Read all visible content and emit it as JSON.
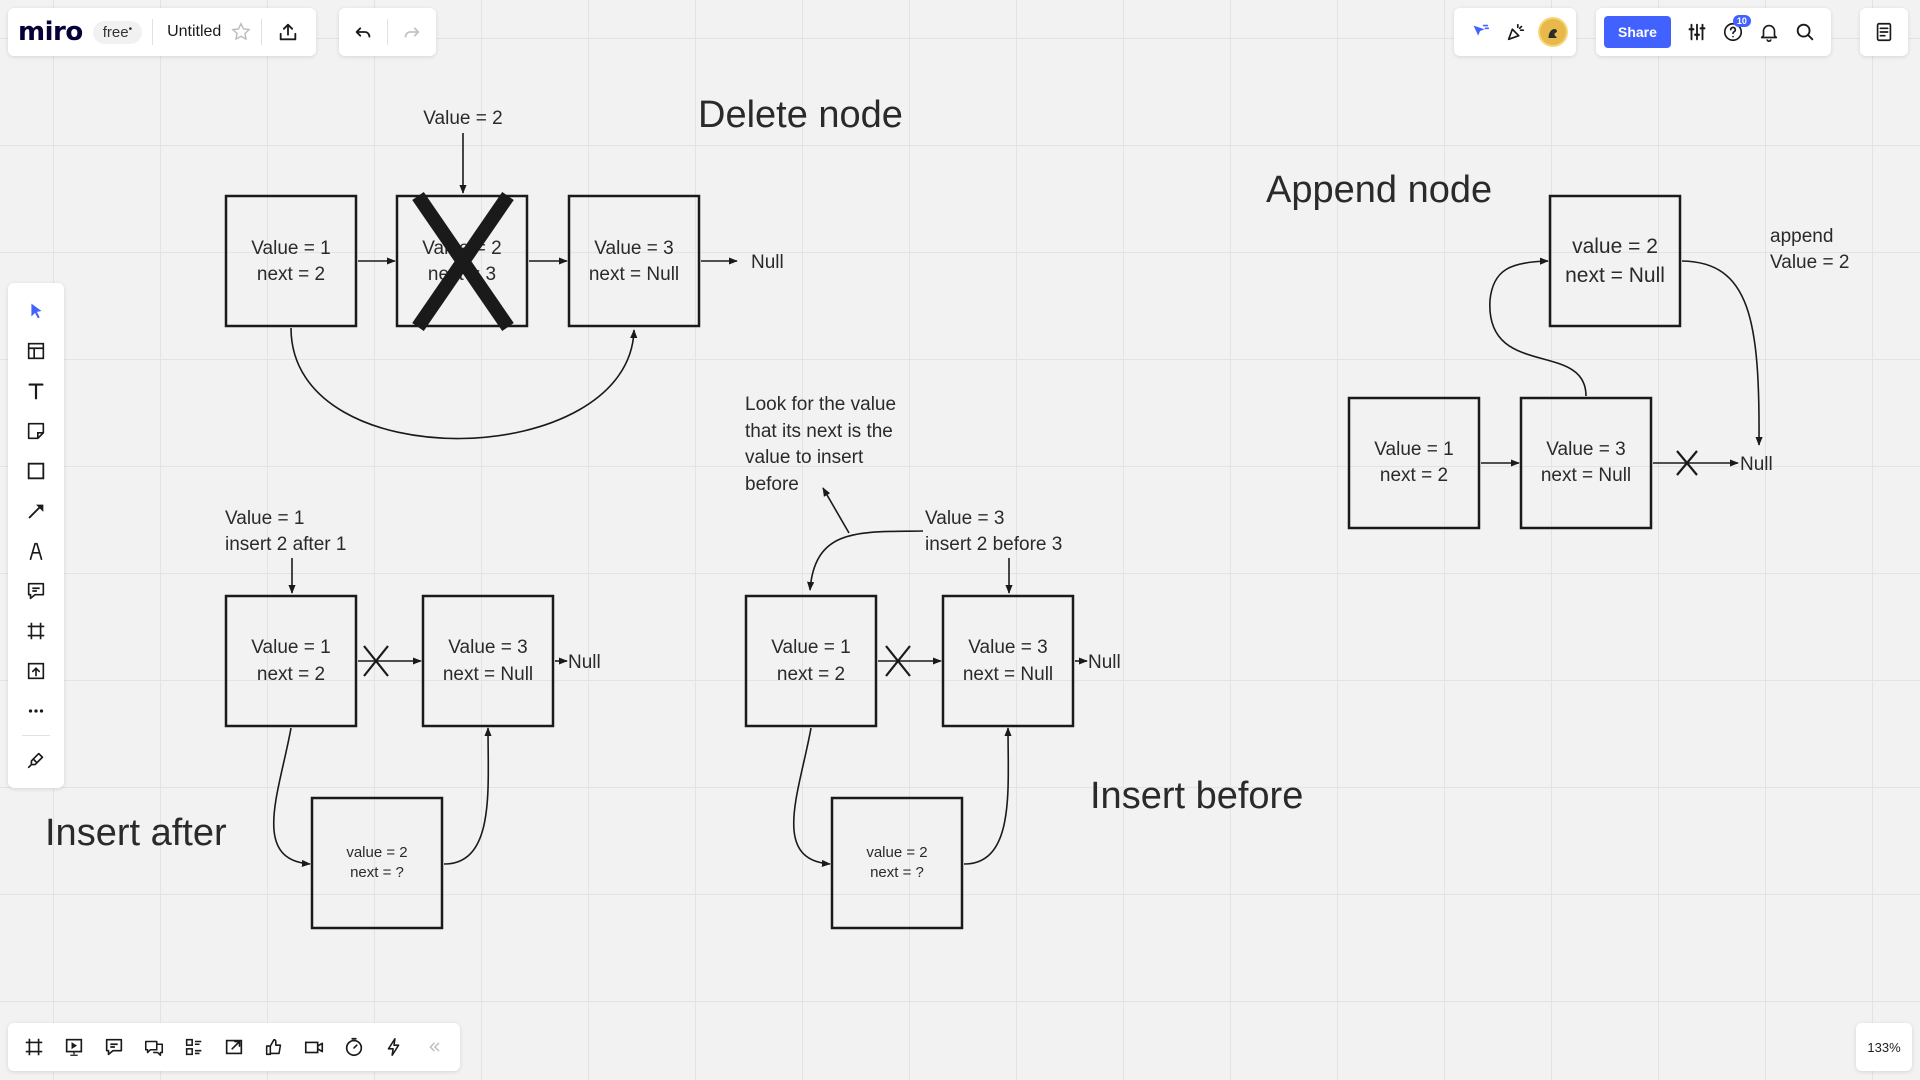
{
  "app": {
    "logo": "miro",
    "plan_badge": "free",
    "board_title": "Untitled",
    "zoom": "133%",
    "share_label": "Share",
    "help_badge": "10"
  },
  "icons": {
    "top_left": [
      "star-icon",
      "export-icon",
      "undo-icon",
      "redo-icon"
    ],
    "top_right": [
      "cursor-follow-icon",
      "reactions-icon",
      "avatar",
      "settings-sliders-icon",
      "help-icon",
      "bell-icon",
      "search-icon",
      "notes-icon"
    ],
    "left_toolbar": [
      "select-icon",
      "templates-icon",
      "text-icon",
      "sticky-note-icon",
      "shape-icon",
      "connector-icon",
      "pen-icon",
      "comment-icon",
      "frame-icon",
      "upload-icon",
      "more-icon",
      "apps-icon"
    ],
    "bottom_toolbar": [
      "frames-icon",
      "present-icon",
      "comments-icon",
      "chat-icon",
      "cards-icon",
      "share-screen-icon",
      "vote-icon",
      "video-icon",
      "timer-icon",
      "lightning-icon",
      "collapse-icon"
    ]
  },
  "board": {
    "titles": {
      "delete": "Delete node",
      "append": "Append node",
      "insert_after": "Insert after",
      "insert_before": "Insert before"
    },
    "delete": {
      "marker": "Value = 2",
      "nodes": [
        [
          "Value = 1",
          "next = 2"
        ],
        [
          "Value = 2",
          "next = 3"
        ],
        [
          "Value = 3",
          "next = Null"
        ]
      ],
      "null_label": "Null"
    },
    "append": {
      "note": [
        "append",
        "Value = 2"
      ],
      "nodes": [
        [
          "value = 2",
          "next = Null"
        ],
        [
          "Value = 1",
          "next = 2"
        ],
        [
          "Value = 3",
          "next = Null"
        ]
      ],
      "null_label": "Null"
    },
    "insert_after": {
      "note": [
        "Value = 1",
        "insert 2 after 1"
      ],
      "nodes": [
        [
          "Value = 1",
          "next = 2"
        ],
        [
          "Value = 3",
          "next = Null"
        ],
        [
          "value = 2",
          "next = ?"
        ]
      ],
      "null_label": "Null"
    },
    "insert_before": {
      "note": [
        "Value = 3",
        "insert 2 before 3"
      ],
      "look_note": [
        "Look for the value",
        "that its next is the",
        "value to insert",
        "before"
      ],
      "nodes": [
        [
          "Value = 1",
          "next = 2"
        ],
        [
          "Value = 3",
          "next = Null"
        ],
        [
          "value = 2",
          "next = ?"
        ]
      ],
      "null_label": "Null"
    }
  }
}
